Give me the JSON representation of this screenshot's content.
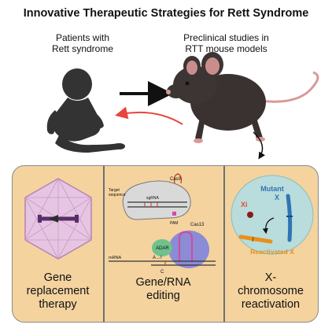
{
  "title": "Innovative Therapeutic Strategies for Rett Syndrome",
  "top": {
    "left_caption": [
      "Patients with",
      "Rett syndrome"
    ],
    "right_caption": [
      "Preclinical studies in",
      "RTT mouse models"
    ]
  },
  "panels": [
    {
      "label": [
        "Gene",
        "replacement",
        "therapy"
      ]
    },
    {
      "label": [
        "Gene/RNA",
        "editing"
      ],
      "annotations": {
        "target_sequence": [
          "Target",
          "sequence"
        ],
        "cas9": "Cas9",
        "sgrna": "sgRNA",
        "pam": "PAM",
        "adar": "ADAR",
        "a_to_i": "A→I",
        "cas13": "Cas13",
        "mrna": "mRNA",
        "c": "C"
      }
    },
    {
      "label": [
        "X-",
        "chromosome",
        "reactivation"
      ],
      "annotations": {
        "mutant": [
          "Mutant",
          "X"
        ],
        "xi": "Xi",
        "reactivated": "Reactivated X"
      }
    }
  ],
  "colors": {
    "panel_bg": "#f4d39f",
    "arrow_red": "#e8453c",
    "mutant_blue": "#2f74b5",
    "xi_red": "#e64a2e",
    "reactivated_orange": "#e8901a",
    "nucleus": "#b9dcdc",
    "cas13_purple": "#8b8bd6",
    "adar_green": "#6fc28c"
  }
}
